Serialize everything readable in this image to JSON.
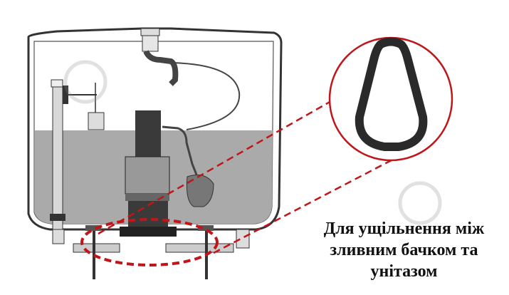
{
  "diagram": {
    "subject": "toilet-cistern-cross-section",
    "caption_lines": [
      "Для ущільнення між",
      "зливним бачком та",
      "унітазом"
    ],
    "colors": {
      "water": "#aaaaaa",
      "highlight": "#c0161a",
      "gasket": "#2a2a2a",
      "outline": "#333333"
    },
    "callout": "gasket-detail"
  }
}
